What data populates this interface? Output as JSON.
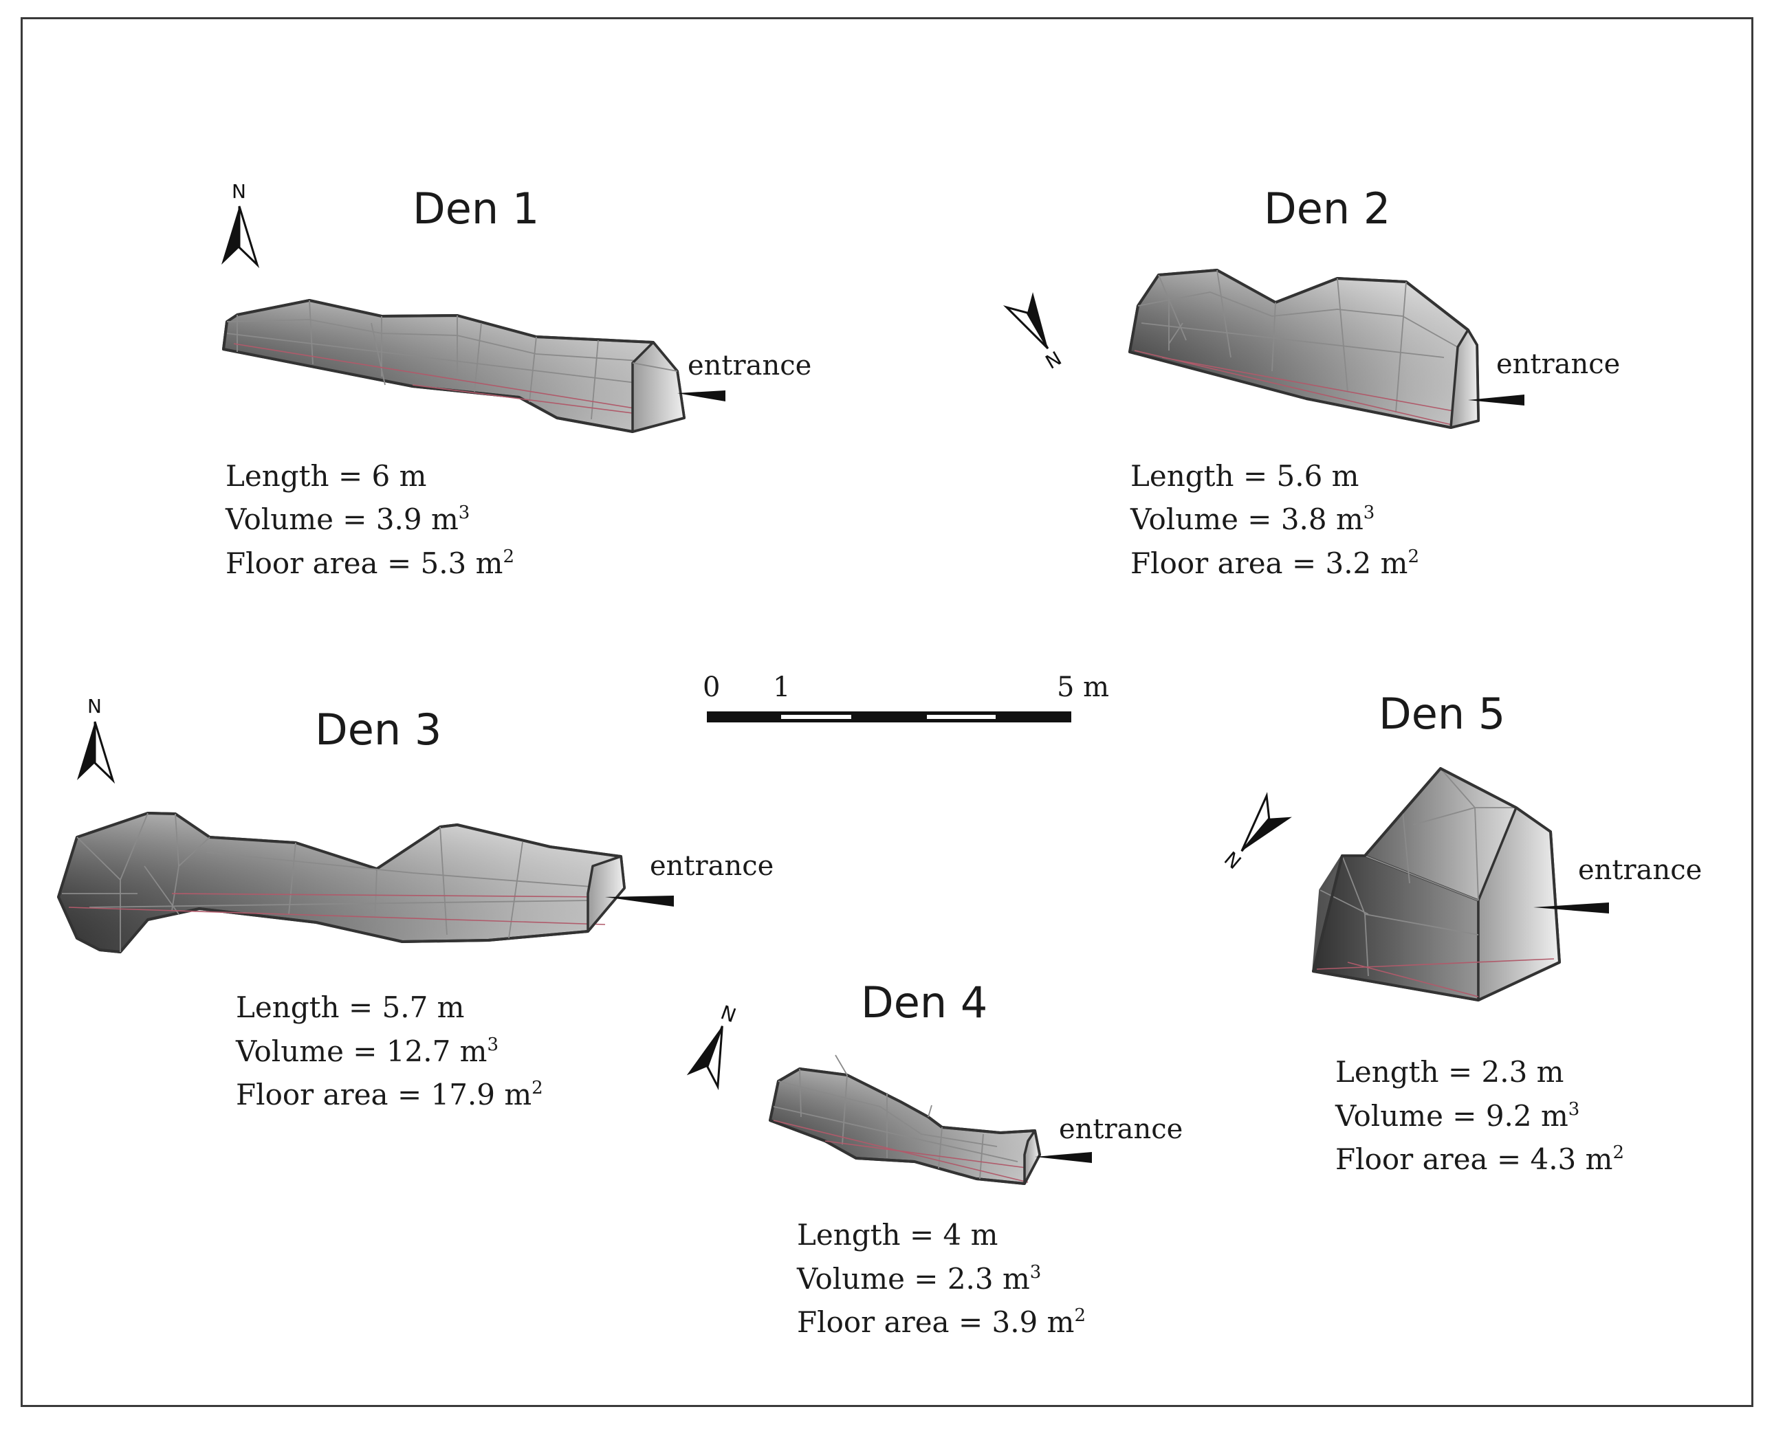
{
  "dens": [
    {
      "title": "Den 1",
      "entrance": "entrance",
      "length_label": "Length = 6 m",
      "volume_label": "Volume = 3.9 m",
      "volume_unit_exp": "3",
      "area_label": "Floor area = 5.3 m",
      "area_unit_exp": "2"
    },
    {
      "title": "Den 2",
      "entrance": "entrance",
      "length_label": "Length = 5.6 m",
      "volume_label": "Volume = 3.8 m",
      "volume_unit_exp": "3",
      "area_label": "Floor area = 3.2 m",
      "area_unit_exp": "2"
    },
    {
      "title": "Den 3",
      "entrance": "entrance",
      "length_label": "Length = 5.7 m",
      "volume_label": "Volume = 12.7 m",
      "volume_unit_exp": "3",
      "area_label": "Floor area = 17.9 m",
      "area_unit_exp": "2"
    },
    {
      "title": "Den 4",
      "entrance": "entrance",
      "length_label": "Length = 4 m",
      "volume_label": "Volume = 2.3 m",
      "volume_unit_exp": "3",
      "area_label": "Floor area = 3.9 m",
      "area_unit_exp": "2"
    },
    {
      "title": "Den 5",
      "entrance": "entrance",
      "length_label": "Length = 2.3 m",
      "volume_label": "Volume = 9.2 m",
      "volume_unit_exp": "3",
      "area_label": "Floor area = 4.3 m",
      "area_unit_exp": "2"
    }
  ],
  "north_label": "N",
  "scale_bar": {
    "label_0": "0",
    "label_1": "1",
    "label_5": "5 m"
  },
  "colors": {
    "frame": "#3a3a3a",
    "mesh": "#8a8a8a",
    "floor_line": "#b05a6a",
    "text": "#1a1a1a"
  }
}
